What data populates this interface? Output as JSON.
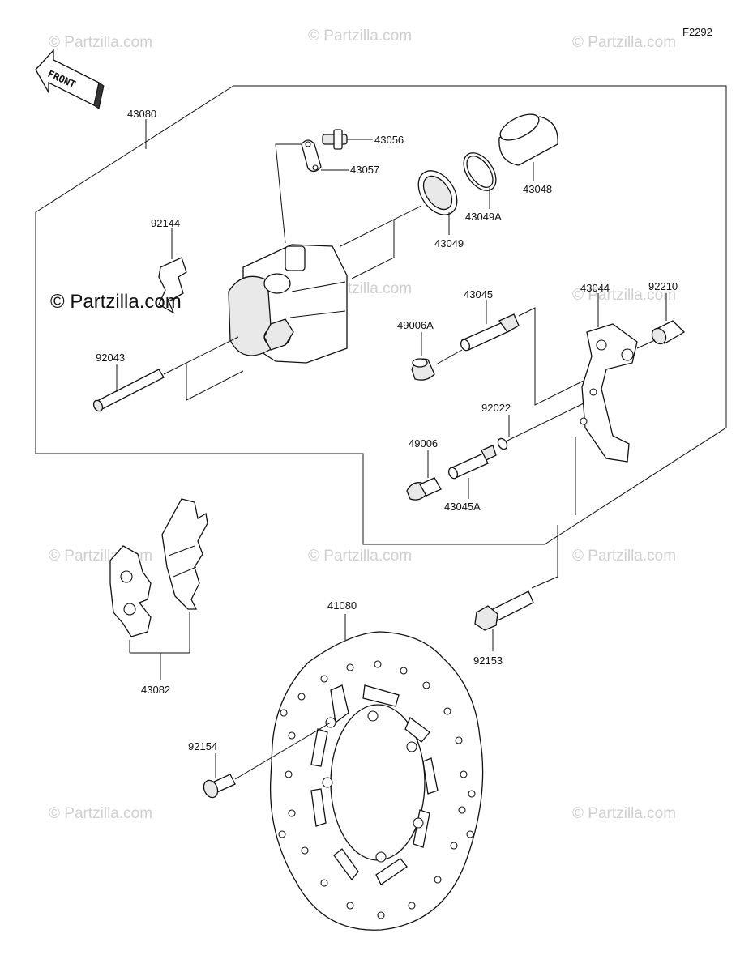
{
  "figure_code": "F2292",
  "front_label": "FRONT",
  "copyright_main": "© Partzilla.com",
  "watermark_text": "© Partzilla.com",
  "parts": {
    "p43080": "43080",
    "p43056": "43056",
    "p43057": "43057",
    "p43048": "43048",
    "p43049A": "43049A",
    "p43049": "43049",
    "p92144": "92144",
    "p43045": "43045",
    "p43044": "43044",
    "p92210": "92210",
    "p49006A": "49006A",
    "p92043": "92043",
    "p92022": "92022",
    "p49006": "49006",
    "p43045A": "43045A",
    "p41080": "41080",
    "p92153": "92153",
    "p43082": "43082",
    "p92154": "92154"
  }
}
